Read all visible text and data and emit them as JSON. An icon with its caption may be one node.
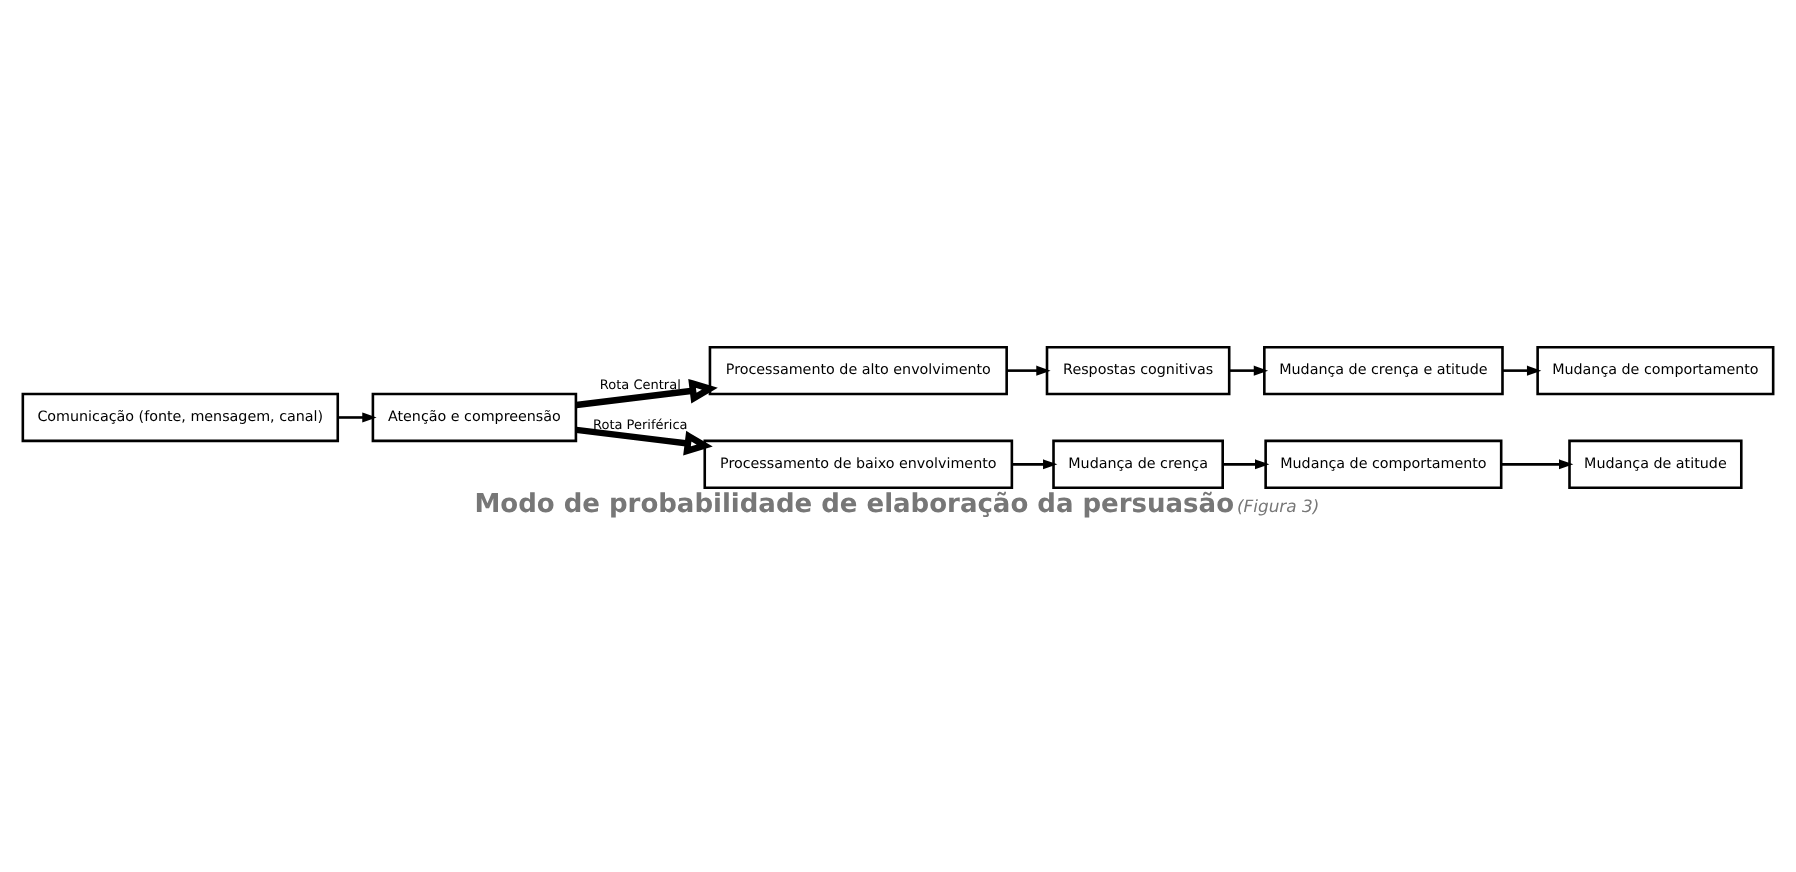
{
  "diagram": {
    "title": "Modo de probabilidade de elaboração da persuasão",
    "caption": "(Figura 3)",
    "nodes": [
      {
        "text": [
          "Comunicação (fonte, mensagem, canal)"
        ]
      },
      {
        "text": [
          "Atenção e compreensão"
        ]
      },
      {
        "text": [
          "Processamento de alto envolvimento"
        ]
      },
      {
        "text": [
          "Respostas cognitivas"
        ]
      },
      {
        "text": [
          "Mudança de crença e atitude"
        ]
      },
      {
        "text": [
          "Mudança de comportamento"
        ]
      },
      {
        "text": [
          "Processamento de baixo envolvimento"
        ]
      },
      {
        "text": [
          "Mudança de crença"
        ]
      },
      {
        "text": [
          "Mudança de comportamento"
        ]
      },
      {
        "text": [
          "Mudança de atitude"
        ]
      }
    ],
    "edges": [
      {
        "from": 0,
        "to": 1,
        "arrow": "to"
      },
      {
        "from": 1,
        "to": 2,
        "arrow": "to",
        "label": "Rota Central",
        "style": "thick"
      },
      {
        "from": 2,
        "to": 3,
        "arrow": "to"
      },
      {
        "from": 3,
        "to": 4,
        "arrow": "to"
      },
      {
        "from": 4,
        "to": 5,
        "arrow": "to"
      },
      {
        "from": 1,
        "to": 6,
        "arrow": "to",
        "label": "Rota Periférica",
        "style": "thick"
      },
      {
        "from": 6,
        "to": 7,
        "arrow": "to"
      },
      {
        "from": 7,
        "to": 8,
        "arrow": "to"
      },
      {
        "from": 8,
        "to": 9,
        "arrow": "to"
      }
    ]
  }
}
